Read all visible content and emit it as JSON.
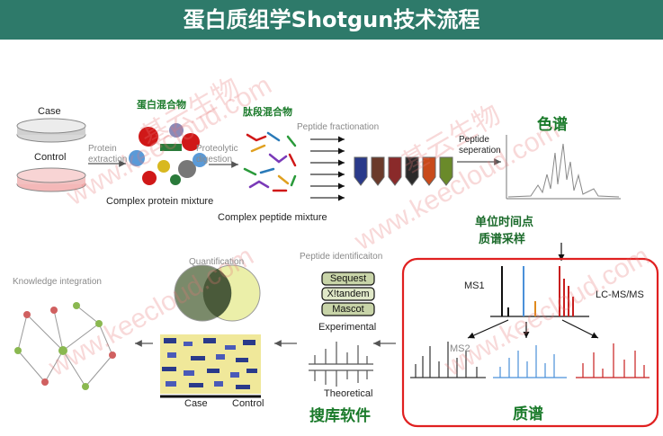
{
  "title": "蛋白质组学Shotgun技术流程",
  "samples": {
    "case": "Case",
    "control": "Control"
  },
  "steps": {
    "protein_extraction": "Protein extraction",
    "protein_mix_cn": "蛋白混合物",
    "protein_mix_en": "Complex protein mixture",
    "proteolytic_digestion": "Proteolytic digestion",
    "peptide_mix_cn": "肽段混合物",
    "peptide_mix_en": "Complex peptide mixture",
    "peptide_fractionation": "Peptide fractionation",
    "peptide_separation": "Peptide seperation",
    "chromatography_cn": "色谱",
    "time_point_cn_line1": "单位时间点",
    "time_point_cn_line2": "质谱采样",
    "ms1": "MS1",
    "ms2": "MS2",
    "lcmsms": "LC-MS/MS",
    "mass_spec_cn": "质谱",
    "peptide_identification": "Peptide identificaiton",
    "db_sequest": "Sequest",
    "db_xtandem": "X!tandem",
    "db_mascot": "Mascot",
    "experimental": "Experimental",
    "theoretical": "Theoretical",
    "search_software_cn": "搜库软件",
    "quantification": "Quantification",
    "heatmap_case": "Case",
    "heatmap_control": "Control",
    "knowledge_integration": "Knowledge integration"
  },
  "watermark": "www.keecloud.com",
  "watermark_cn": "基云生物",
  "colors": {
    "banner": "#2e7a6a",
    "highlight_box": "#e02020",
    "ms_black": "#111111",
    "ms_blue": "#4a90d9",
    "ms_red": "#c81e1e",
    "ms_orange": "#e08a1e"
  }
}
